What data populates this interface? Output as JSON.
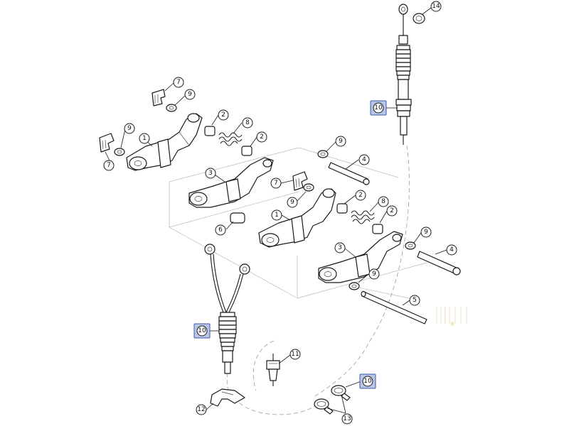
{
  "callouts": {
    "c14": "14",
    "c10a": "10",
    "c7a": "7",
    "c9a": "9",
    "c2a": "2",
    "c8a": "8",
    "c2b": "2",
    "c9b": "9",
    "c1a": "1",
    "c7b": "7",
    "c9c": "9",
    "c4a": "4",
    "c3a": "3",
    "c7c": "7",
    "c9d": "9",
    "c2c": "2",
    "c8b": "8",
    "c2d": "2",
    "c6": "6",
    "c1b": "1",
    "c9e": "9",
    "c4b": "4",
    "c3b": "3",
    "c9f": "9",
    "c5": "5",
    "c10b": "10",
    "c11": "11",
    "c10c": "10",
    "c12": "12",
    "c13": "13"
  },
  "colors": {
    "line": "#1a1a1a",
    "highlight_fill": "#b9c6e6",
    "highlight_stroke": "#3d5aa8"
  }
}
